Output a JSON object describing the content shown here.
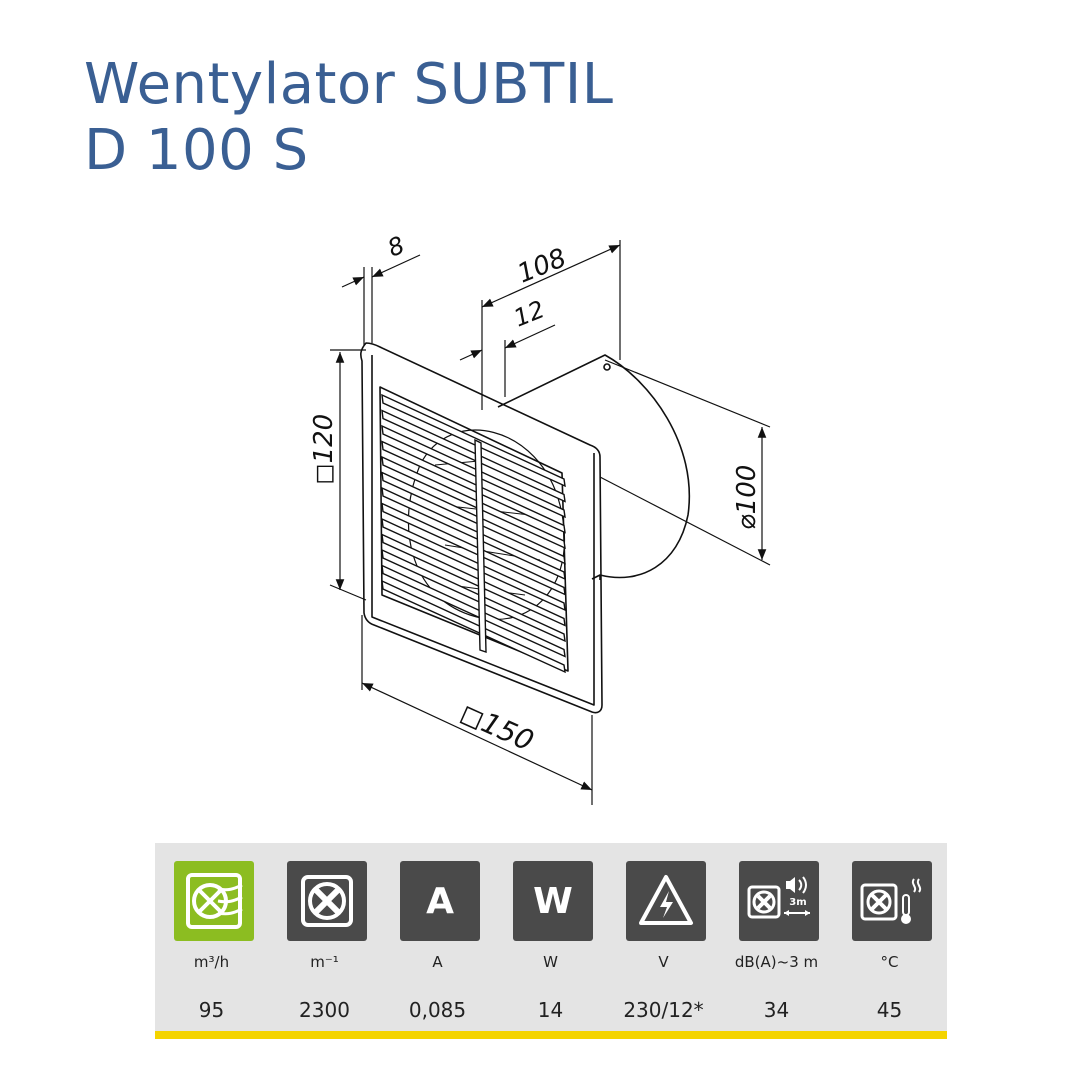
{
  "title": {
    "line1": "Wentylator SUBTIL",
    "line2": "D 100 S"
  },
  "dimensions": {
    "frame_depth": "8",
    "total_depth": "108",
    "spigot_offset": "12",
    "height": "◻120",
    "diameter": "⌀100",
    "width": "◻150"
  },
  "specs": [
    {
      "icon": "airflow-icon",
      "unit": "m³/h",
      "value": "95",
      "color": "#8cbd21"
    },
    {
      "icon": "fan-speed-icon",
      "unit": "m⁻¹",
      "value": "2300",
      "color": "#4a4a4a"
    },
    {
      "icon": "current-icon",
      "glyph": "A",
      "unit": "A",
      "value": "0,085",
      "color": "#4a4a4a"
    },
    {
      "icon": "power-icon",
      "glyph": "W",
      "unit": "W",
      "value": "14",
      "color": "#4a4a4a"
    },
    {
      "icon": "voltage-icon",
      "unit": "V",
      "value": "230/12*",
      "color": "#4a4a4a"
    },
    {
      "icon": "noise-icon",
      "unit": "dB(A)~3 m",
      "value": "34",
      "color": "#4a4a4a",
      "badge": "3m"
    },
    {
      "icon": "temperature-icon",
      "unit": "°C",
      "value": "45",
      "color": "#4a4a4a"
    }
  ],
  "colors": {
    "title": "#3a5f93",
    "panel": "#e4e4e4",
    "accent_bar": "#f4d400"
  }
}
